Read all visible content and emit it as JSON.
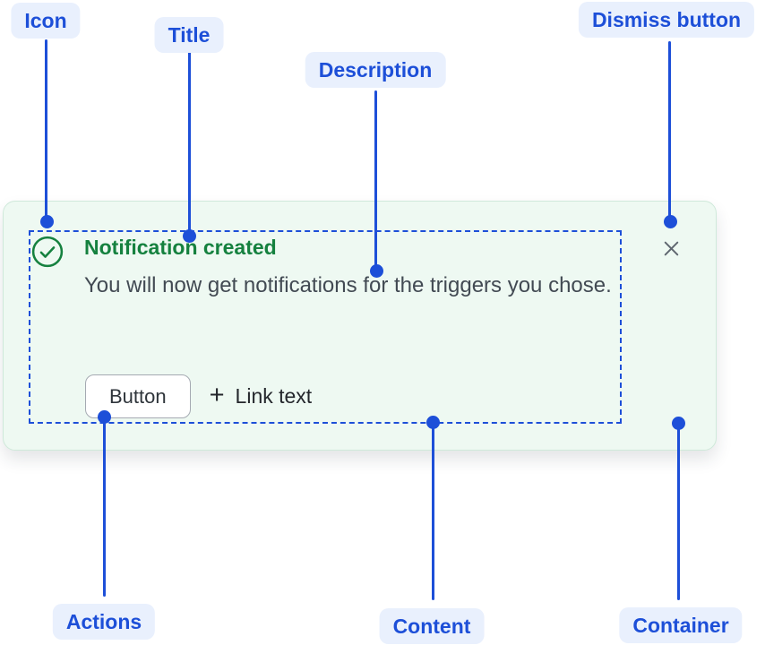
{
  "callouts": {
    "icon": {
      "label": "Icon"
    },
    "title": {
      "label": "Title"
    },
    "description": {
      "label": "Description"
    },
    "dismiss_button": {
      "label": "Dismiss button"
    },
    "actions": {
      "label": "Actions"
    },
    "content": {
      "label": "Content"
    },
    "container": {
      "label": "Container"
    }
  },
  "notification": {
    "title": "Notification created",
    "description": "You will now get notifications for the triggers you chose.",
    "button_label": "Button",
    "link_plus": "+",
    "link_label": "Link text"
  },
  "icons": {
    "status": "check-circle-icon",
    "dismiss": "close-icon"
  },
  "colors": {
    "callout_blue": "#1d4fd8",
    "pill_bg": "#e9f0fd",
    "success_green": "#15813f",
    "card_bg": "#eef9f2",
    "card_border": "#cfe9da",
    "text_dark": "#424a53",
    "link_dark": "#24272c",
    "button_border": "#a5aab2",
    "button_text": "#2f353b",
    "dismiss_gray": "#5f6770"
  }
}
